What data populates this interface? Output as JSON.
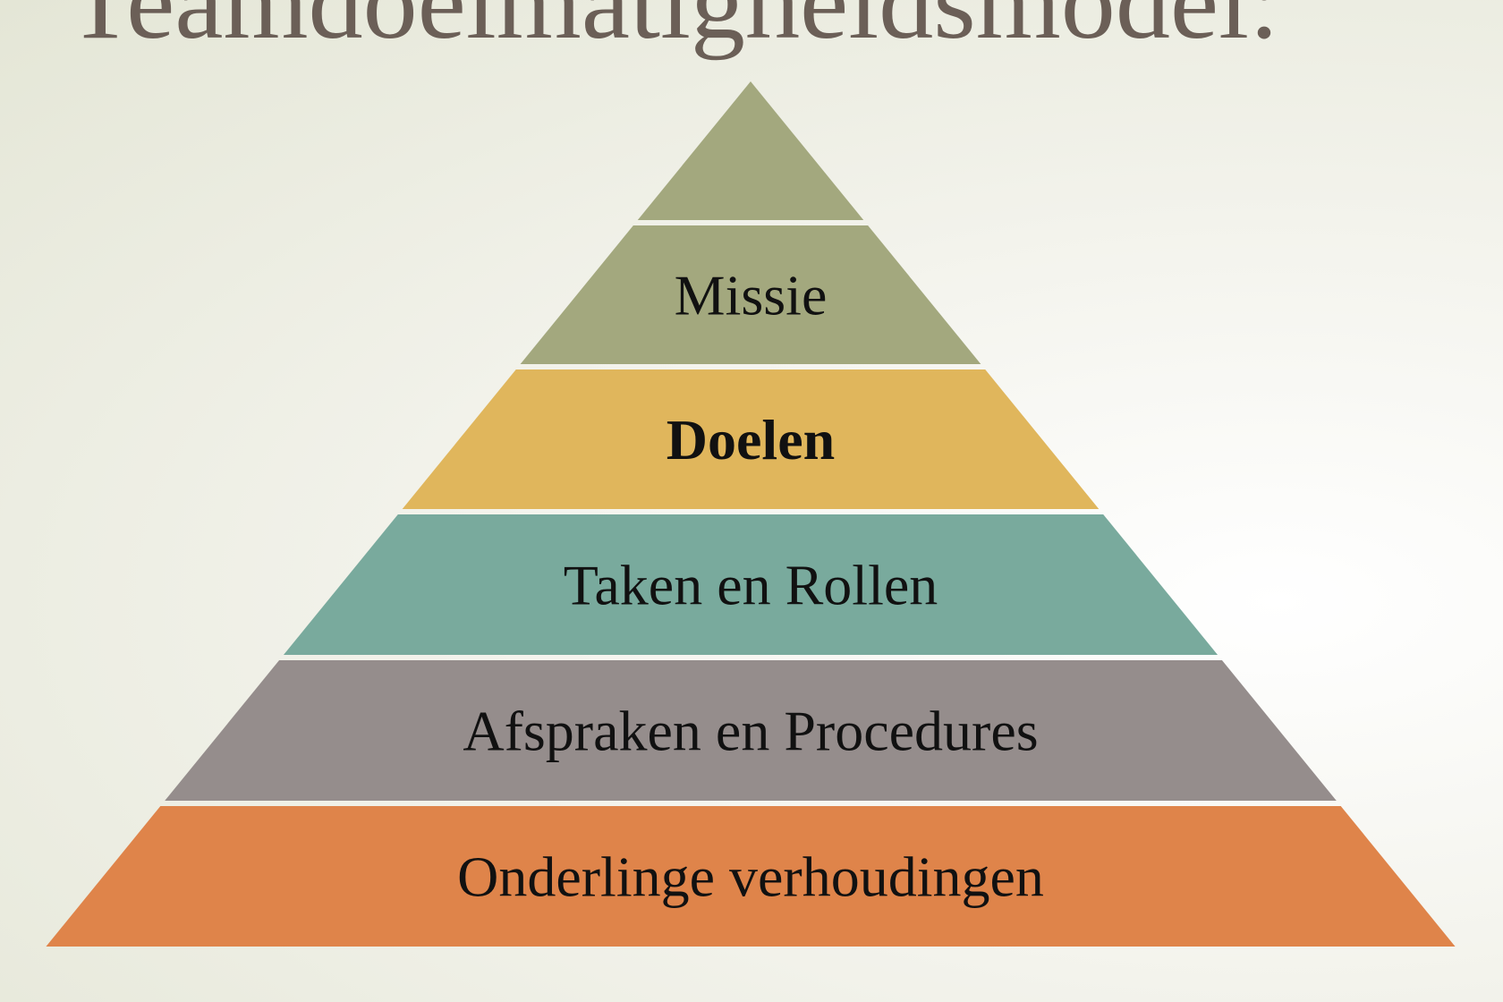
{
  "slide": {
    "title": "Teamdoelmatigheidsmodel:"
  },
  "pyramid": {
    "layers": [
      {
        "label": "",
        "color": "#a3a87e",
        "bold": false
      },
      {
        "label": "Missie",
        "color": "#a3a87e",
        "bold": false
      },
      {
        "label": "Doelen",
        "color": "#e0b65c",
        "bold": true
      },
      {
        "label": "Taken en Rollen",
        "color": "#79aa9d",
        "bold": false
      },
      {
        "label": "Afspraken en Procedures",
        "color": "#958d8c",
        "bold": false
      },
      {
        "label": "Onderlinge verhoudingen",
        "color": "#df844a",
        "bold": false
      }
    ]
  }
}
